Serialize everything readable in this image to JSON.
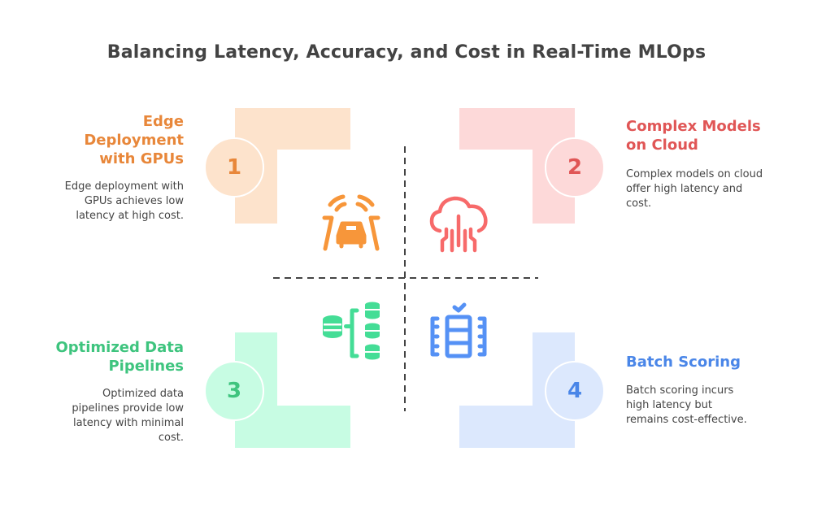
{
  "title": "Balancing Latency, Accuracy, and Cost in Real-Time MLOps",
  "colors": {
    "orange": "#e8873a",
    "orange_light": "#fde3cc",
    "orange_icon": "#f7963a",
    "red": "#e05656",
    "red_light": "#fdd9d9",
    "red_icon": "#f76a6a",
    "green": "#3ec47e",
    "green_light": "#c7fce3",
    "green_icon": "#44dd96",
    "blue": "#4a86e8",
    "blue_light": "#dce8fd",
    "blue_icon": "#5591f5",
    "dash": "#444444",
    "text": "#444444"
  },
  "quadrants": [
    {
      "number": "1",
      "heading_lines": [
        "Edge",
        "Deployment",
        "with GPUs"
      ],
      "description_lines": [
        "Edge deployment with",
        "GPUs achieves low",
        "latency at high cost."
      ],
      "icon": "car-signal-icon"
    },
    {
      "number": "2",
      "heading_lines": [
        "Complex Models",
        "on Cloud"
      ],
      "description_lines": [
        "Complex models on cloud",
        "offer high latency and",
        "cost."
      ],
      "icon": "cloud-circuit-icon"
    },
    {
      "number": "3",
      "heading_lines": [
        "Optimized Data",
        "Pipelines"
      ],
      "description_lines": [
        "Optimized data",
        "pipelines provide low",
        "latency with minimal",
        "cost."
      ],
      "icon": "database-tree-icon"
    },
    {
      "number": "4",
      "heading_lines": [
        "Batch Scoring"
      ],
      "description_lines": [
        "Batch scoring incurs",
        "high latency but",
        "remains cost-effective."
      ],
      "icon": "batch-server-check-icon"
    }
  ]
}
